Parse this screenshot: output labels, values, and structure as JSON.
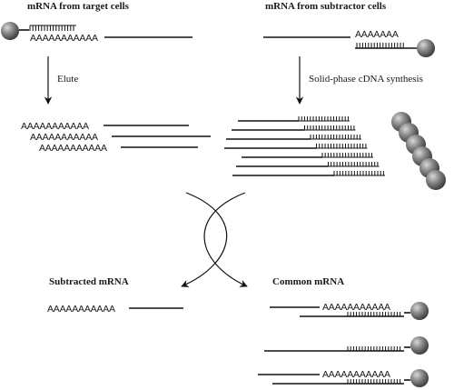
{
  "labels": {
    "target_cells": "mRNA from target cells",
    "subtractor_cells": "mRNA from subtractor cells",
    "elute": "Elute",
    "solid_phase": "Solid-phase cDNA synthesis",
    "subtracted": "Subtracted mRNA",
    "common": "Common mRNA"
  },
  "sequences": {
    "polyA": "AAAAAAAAAAA",
    "polyA_short": "AAAAAAA"
  },
  "colors": {
    "ink": "#111111",
    "bead": "#6e6e6e"
  }
}
